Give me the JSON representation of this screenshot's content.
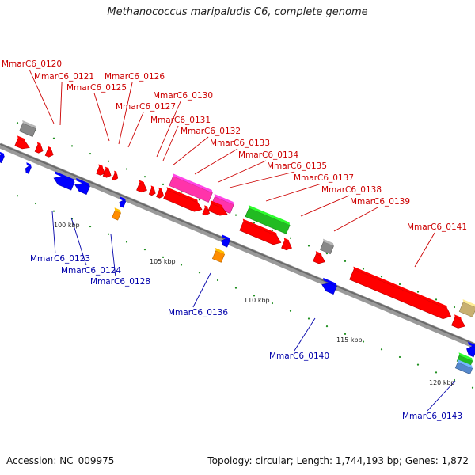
{
  "header": {
    "title": "Methanococcus maripaludis C6, complete genome"
  },
  "footer": {
    "accession": "Accession: NC_009975",
    "summary": "Topology: circular; Length: 1,744,193 bp; Genes: 1,872"
  },
  "colors": {
    "forward_label": "#cc0000",
    "reverse_label": "#0000aa",
    "backbone": "#808080",
    "tick": "#1f8f1f",
    "cds": "#ff0000",
    "reverse_cds": "#0000ff",
    "rna": "#ff8c00",
    "mobile": "#ff33aa",
    "green_feature": "#22bb22",
    "gray_feature": "#888888"
  },
  "scale": {
    "unit": "kbp",
    "ticks": [
      {
        "label": "100 kbp"
      },
      {
        "label": "105 kbp"
      },
      {
        "label": "110 kbp"
      },
      {
        "label": "115 kbp"
      },
      {
        "label": "120 kbp"
      }
    ]
  },
  "gene_labels": {
    "forward": [
      "MmarC6_0120",
      "MmarC6_0121",
      "MmarC6_0125",
      "MmarC6_0126",
      "MmarC6_0127",
      "MmarC6_0130",
      "MmarC6_0131",
      "MmarC6_0132",
      "MmarC6_0133",
      "MmarC6_0134",
      "MmarC6_0135",
      "MmarC6_0137",
      "MmarC6_0138",
      "MmarC6_0139",
      "MmarC6_0141"
    ],
    "reverse": [
      "MmarC6_0123",
      "MmarC6_0124",
      "MmarC6_0128",
      "MmarC6_0136",
      "MmarC6_0140",
      "MmarC6_0143"
    ]
  }
}
